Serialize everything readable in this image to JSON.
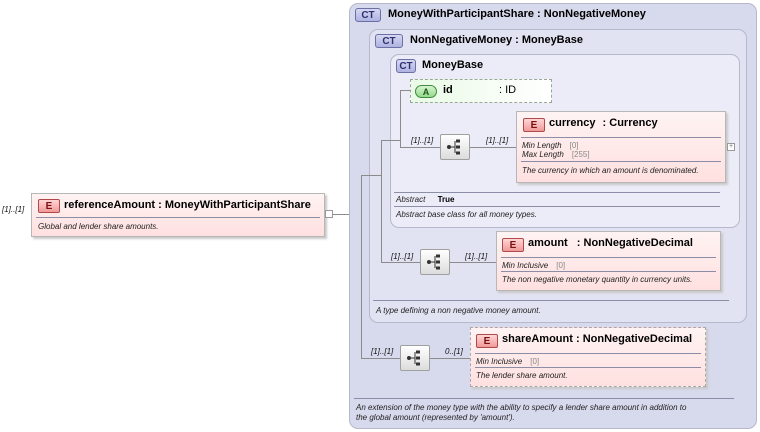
{
  "root": {
    "cardinality": "[1]..[1]",
    "badge": "E",
    "name": "referenceAmount",
    "type": ": MoneyWithParticipantShare",
    "doc": "Global and lender share amounts."
  },
  "ct_outer": {
    "badge": "CT",
    "title": "MoneyWithParticipantShare : NonNegativeMoney",
    "doc_line1": "An extension of the money type with the ability to specify a lender share amount in addition to",
    "doc_line2": "the global amount (represented by 'amount')."
  },
  "ct_mid": {
    "badge": "CT",
    "title": "NonNegativeMoney : MoneyBase",
    "doc": "A type defining a non negative money amount."
  },
  "ct_inner": {
    "badge": "CT",
    "title": "MoneyBase",
    "abstract_label": "Abstract",
    "abstract_value": "True",
    "doc": "Abstract base class for all money types."
  },
  "attr_id": {
    "badge": "A",
    "name": "id",
    "type": ": ID"
  },
  "seq1": {
    "card_left": "[1]..[1]",
    "card_right": "[1]..[1]"
  },
  "currency": {
    "badge": "E",
    "name": "currency",
    "type": ": Currency",
    "facet1_label": "Min Length",
    "facet1_value": "[0]",
    "facet2_label": "Max Length",
    "facet2_value": "[255]",
    "doc": "The currency in which an amount is denominated.",
    "expand": "+"
  },
  "seq2": {
    "card_left": "[1]..[1]",
    "card_right": "[1]..[1]"
  },
  "amount": {
    "badge": "E",
    "name": "amount",
    "type": ": NonNegativeDecimal",
    "facet_label": "Min Inclusive",
    "facet_value": "[0]",
    "doc": "The non negative monetary quantity in currency units."
  },
  "seq3": {
    "card_left": "[1]..[1]",
    "card_right": "0..[1]"
  },
  "shareAmount": {
    "badge": "E",
    "name": "shareAmount",
    "type": ": NonNegativeDecimal",
    "facet_label": "Min Inclusive",
    "facet_value": "[0]",
    "doc": "The lender share amount."
  },
  "colors": {
    "element_fill": "#ffe6e6",
    "complex_type_fill": "#e1e3f2",
    "attribute_fill": "#e9fbe6",
    "connector": "#8b8b8b"
  },
  "icons": [
    "sequence-compositor-icon",
    "element-badge",
    "complex-type-badge",
    "attribute-badge"
  ]
}
